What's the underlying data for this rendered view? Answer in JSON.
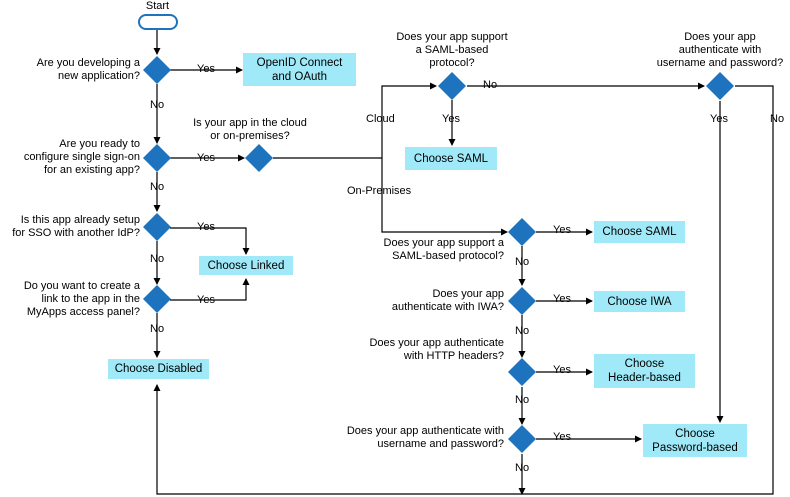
{
  "start_label": "Start",
  "questions": {
    "new_app": [
      "Are you developing a",
      "new application?"
    ],
    "sso_ready": [
      "Are you ready to",
      "configure single sign-on",
      "for an existing app?"
    ],
    "idp_setup": [
      "Is this app already setup",
      "for SSO with another IdP?"
    ],
    "myapps_link": [
      "Do you want to create a",
      "link to the app in the",
      "MyApps access panel?"
    ],
    "cloud_onprem": [
      "Is your app in the cloud",
      "or on-premises?"
    ],
    "saml_cloud": [
      "Does your app support",
      "a SAML-based",
      "protocol?"
    ],
    "password_top": [
      "Does your app",
      "authenticate with",
      "username and password?"
    ],
    "saml_onprem": [
      "Does your app support a",
      "SAML-based protocol?"
    ],
    "iwa": [
      "Does your app",
      "authenticate with IWA?"
    ],
    "http_headers": [
      "Does your app authenticate",
      "with HTTP headers?"
    ],
    "password_bottom": [
      "Does your app authenticate with",
      "username and password?"
    ]
  },
  "outcomes": {
    "openid": [
      "OpenID Connect",
      "and OAuth"
    ],
    "linked": [
      "Choose Linked"
    ],
    "disabled": [
      "Choose Disabled"
    ],
    "saml_cloud": [
      "Choose SAML"
    ],
    "saml_onprem": [
      "Choose SAML"
    ],
    "iwa": [
      "Choose IWA"
    ],
    "header": [
      "Choose",
      "Header-based"
    ],
    "password": [
      "Choose",
      "Password-based"
    ]
  },
  "edge_labels": {
    "yes": "Yes",
    "no": "No",
    "cloud": "Cloud",
    "on_premises": "On-Premises"
  },
  "colors": {
    "diamond": "#1e73be",
    "box_fill": "#9fe9f8",
    "line": "#000000"
  }
}
